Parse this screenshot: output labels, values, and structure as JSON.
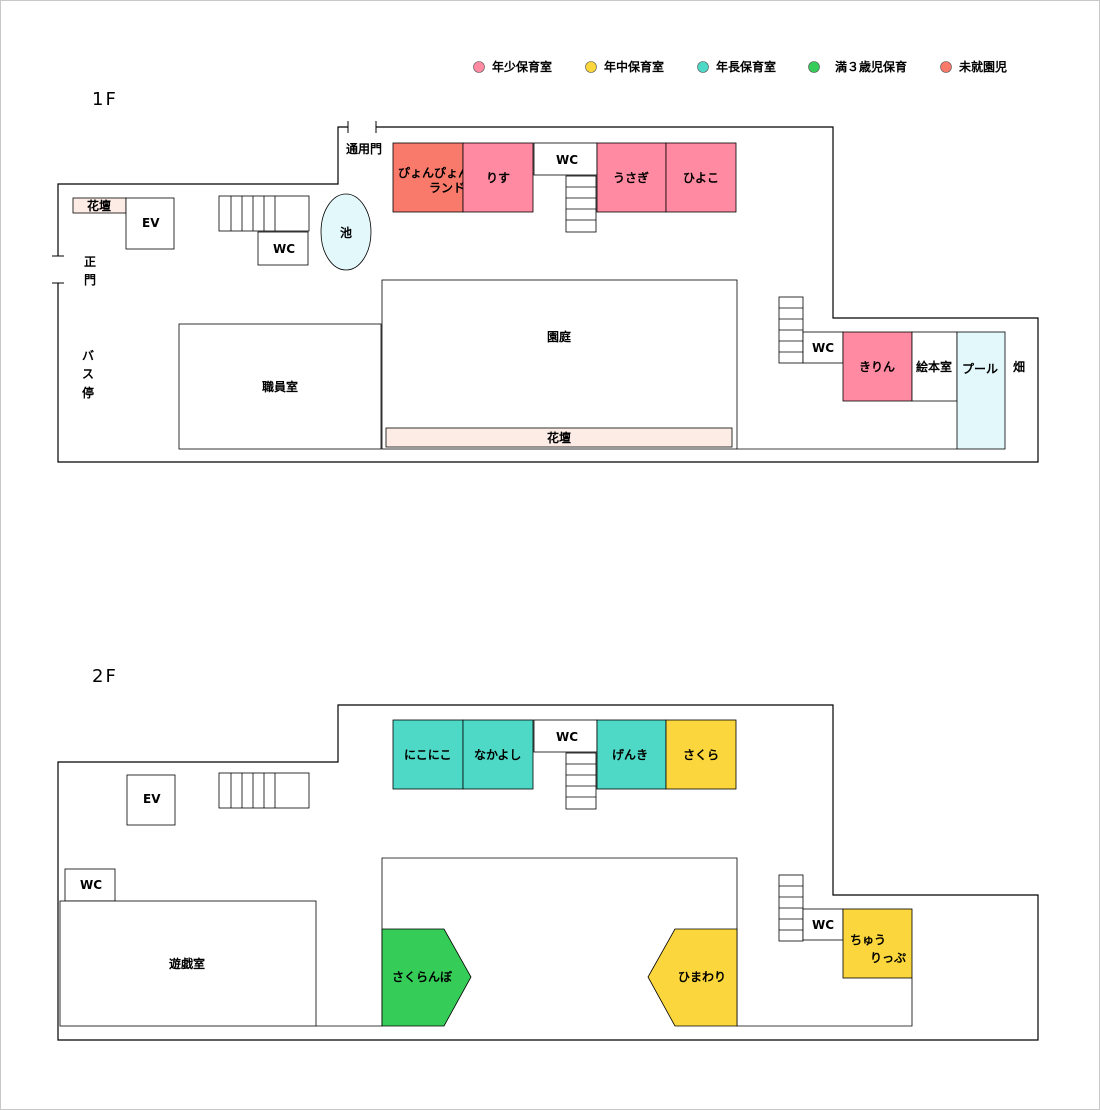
{
  "colors": {
    "nensho": "#ff8aa1",
    "nenchu": "#fbd63c",
    "nencho": "#4ed9c6",
    "man3": "#35cc58",
    "mishuen": "#f97a6a",
    "pond": "#e3f8fb",
    "pool": "#e3f8fb",
    "flowerbed": "#fdece6"
  },
  "legend": [
    {
      "label": "年少保育室",
      "color": "#ff8aa1"
    },
    {
      "label": "年中保育室",
      "color": "#fbd63c"
    },
    {
      "label": "年長保育室",
      "color": "#4ed9c6"
    },
    {
      "label": "満３歳児保育",
      "color": "#35cc58"
    },
    {
      "label": "未就園児",
      "color": "#f97a6a"
    }
  ],
  "floor1": {
    "label": "1F",
    "rooms": {
      "pyonpyon_line1": "ぴょんぴょん",
      "pyonpyon_line2": "ランド",
      "risu": "りす",
      "wc_top": "WC",
      "usagi": "うさぎ",
      "hiyoko": "ひよこ",
      "flowerbed_left": "花壇",
      "ev": "EV",
      "wc_left": "WC",
      "pond": "池",
      "side_gate": "通用門",
      "main_gate_1": "正",
      "main_gate_2": "門",
      "bus_1": "バ",
      "bus_2": "ス",
      "bus_3": "停",
      "staff_room": "職員室",
      "garden": "園庭",
      "flowerbed_bottom": "花壇",
      "wc_right": "WC",
      "kirin": "きりん",
      "ehon": "絵本室",
      "pool": "プール",
      "field": "畑"
    }
  },
  "floor2": {
    "label": "2F",
    "rooms": {
      "nikoniko": "にこにこ",
      "nakayoshi": "なかよし",
      "wc_top": "WC",
      "genki": "げんき",
      "sakura": "さくら",
      "ev": "EV",
      "wc_left": "WC",
      "playroom": "遊戯室",
      "sakuranbo": "さくらんぼ",
      "himawari": "ひまわり",
      "wc_right": "WC",
      "chuu_line1": "ちゅう",
      "chuu_line2": "りっぷ"
    }
  }
}
